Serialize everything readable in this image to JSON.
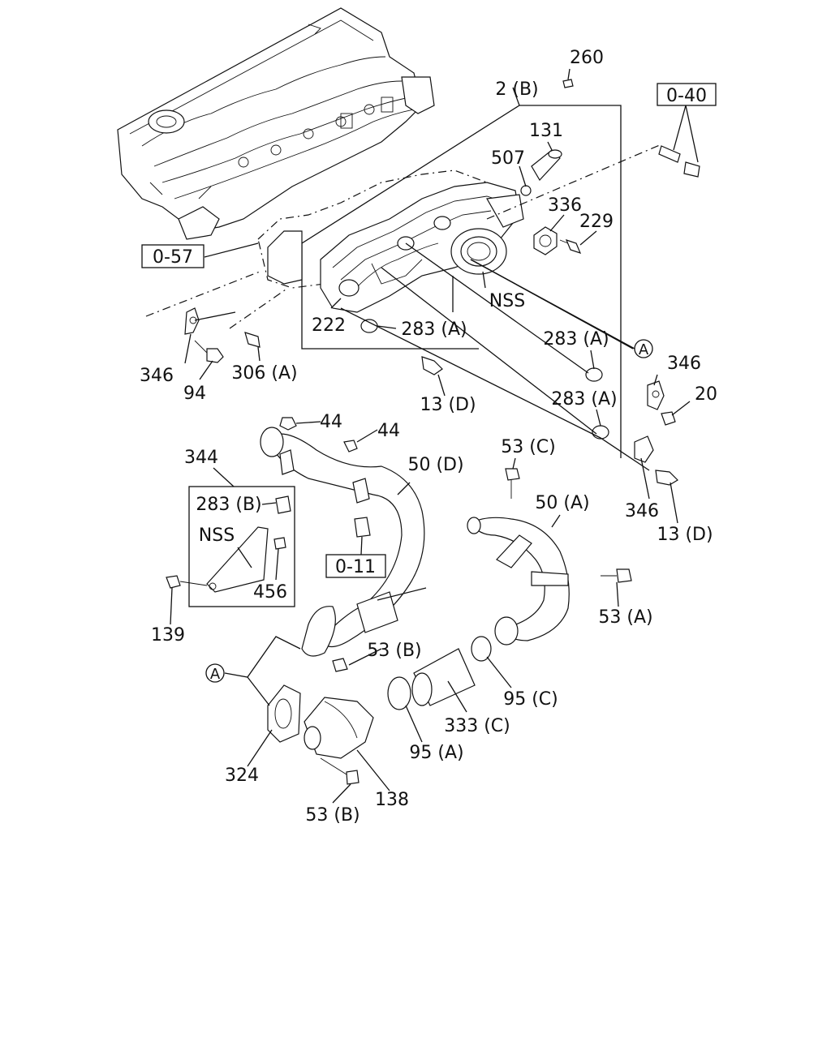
{
  "callouts": {
    "p260": "260",
    "p2b": "2 (B)",
    "p040": "0-40",
    "p131": "131",
    "p507": "507",
    "p336": "336",
    "p229": "229",
    "p057": "0-57",
    "nss_top": "NSS",
    "p222": "222",
    "p283a_1": "283 (A)",
    "p283a_2": "283 (A)",
    "p283a_3": "283 (A)",
    "marker_a_top": "A",
    "p346_1": "346",
    "p20": "20",
    "p346_2": "346",
    "p94": "94",
    "p306a": "306 (A)",
    "p13d_1": "13 (D)",
    "p13d_2": "13 (D)",
    "p346_3": "346",
    "p44_1": "44",
    "p44_2": "44",
    "p344": "344",
    "p50d": "50 (D)",
    "p53c": "53 (C)",
    "p283b": "283 (B)",
    "p50a": "50 (A)",
    "nss_mid": "NSS",
    "p011": "0-11",
    "p456": "456",
    "p139": "139",
    "p53a": "53 (A)",
    "p53b_1": "53 (B)",
    "marker_a_bottom": "A",
    "p95c": "95 (C)",
    "p333c": "333 (C)",
    "p95a": "95 (A)",
    "p324": "324",
    "p138": "138",
    "p53b_2": "53 (B)"
  }
}
